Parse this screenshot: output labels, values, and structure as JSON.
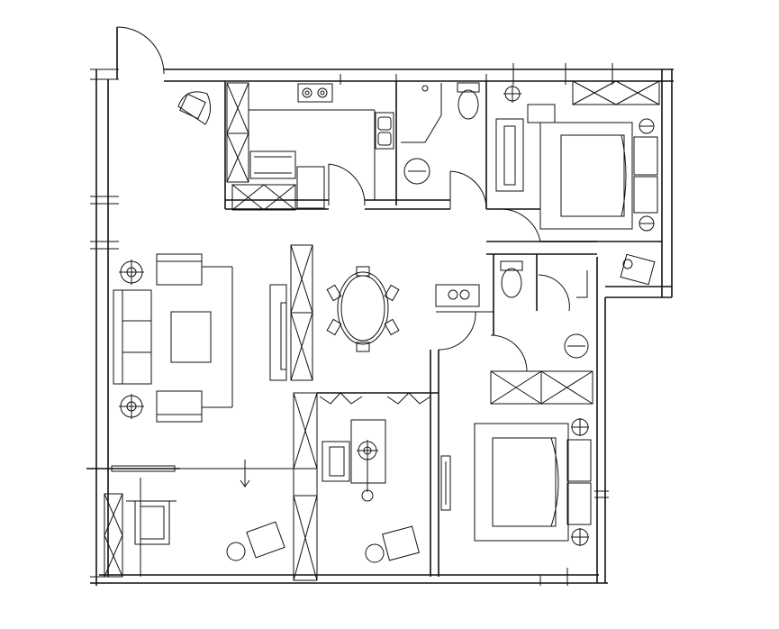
{
  "drawing": {
    "kind": "architectural floor plan",
    "line_color": "#111111",
    "background": "#ffffff"
  },
  "rooms": [
    {
      "id": "entry-living",
      "furniture": [
        "armchair",
        "sofa",
        "coffee-table",
        "two-lounge-chairs",
        "two-side-lamps"
      ]
    },
    {
      "id": "kitchen",
      "furniture": [
        "cooktop",
        "sink",
        "counter",
        "range-hood"
      ]
    },
    {
      "id": "bath-1",
      "furniture": [
        "toilet",
        "round-sink",
        "vanity"
      ]
    },
    {
      "id": "bedroom-1",
      "furniture": [
        "double-bed",
        "two-nightstands",
        "wardrobe",
        "armchair"
      ]
    },
    {
      "id": "dining",
      "furniture": [
        "oval-dining-table",
        "six-chairs",
        "sideboard"
      ]
    },
    {
      "id": "bath-2",
      "furniture": [
        "toilet",
        "double-sink-vanity",
        "round-sink"
      ]
    },
    {
      "id": "bedroom-2",
      "furniture": [
        "double-bed",
        "two-nightstands",
        "wardrobe"
      ]
    },
    {
      "id": "study",
      "furniture": [
        "desk",
        "floor-lamp",
        "two-armchairs",
        "side-table"
      ]
    }
  ]
}
